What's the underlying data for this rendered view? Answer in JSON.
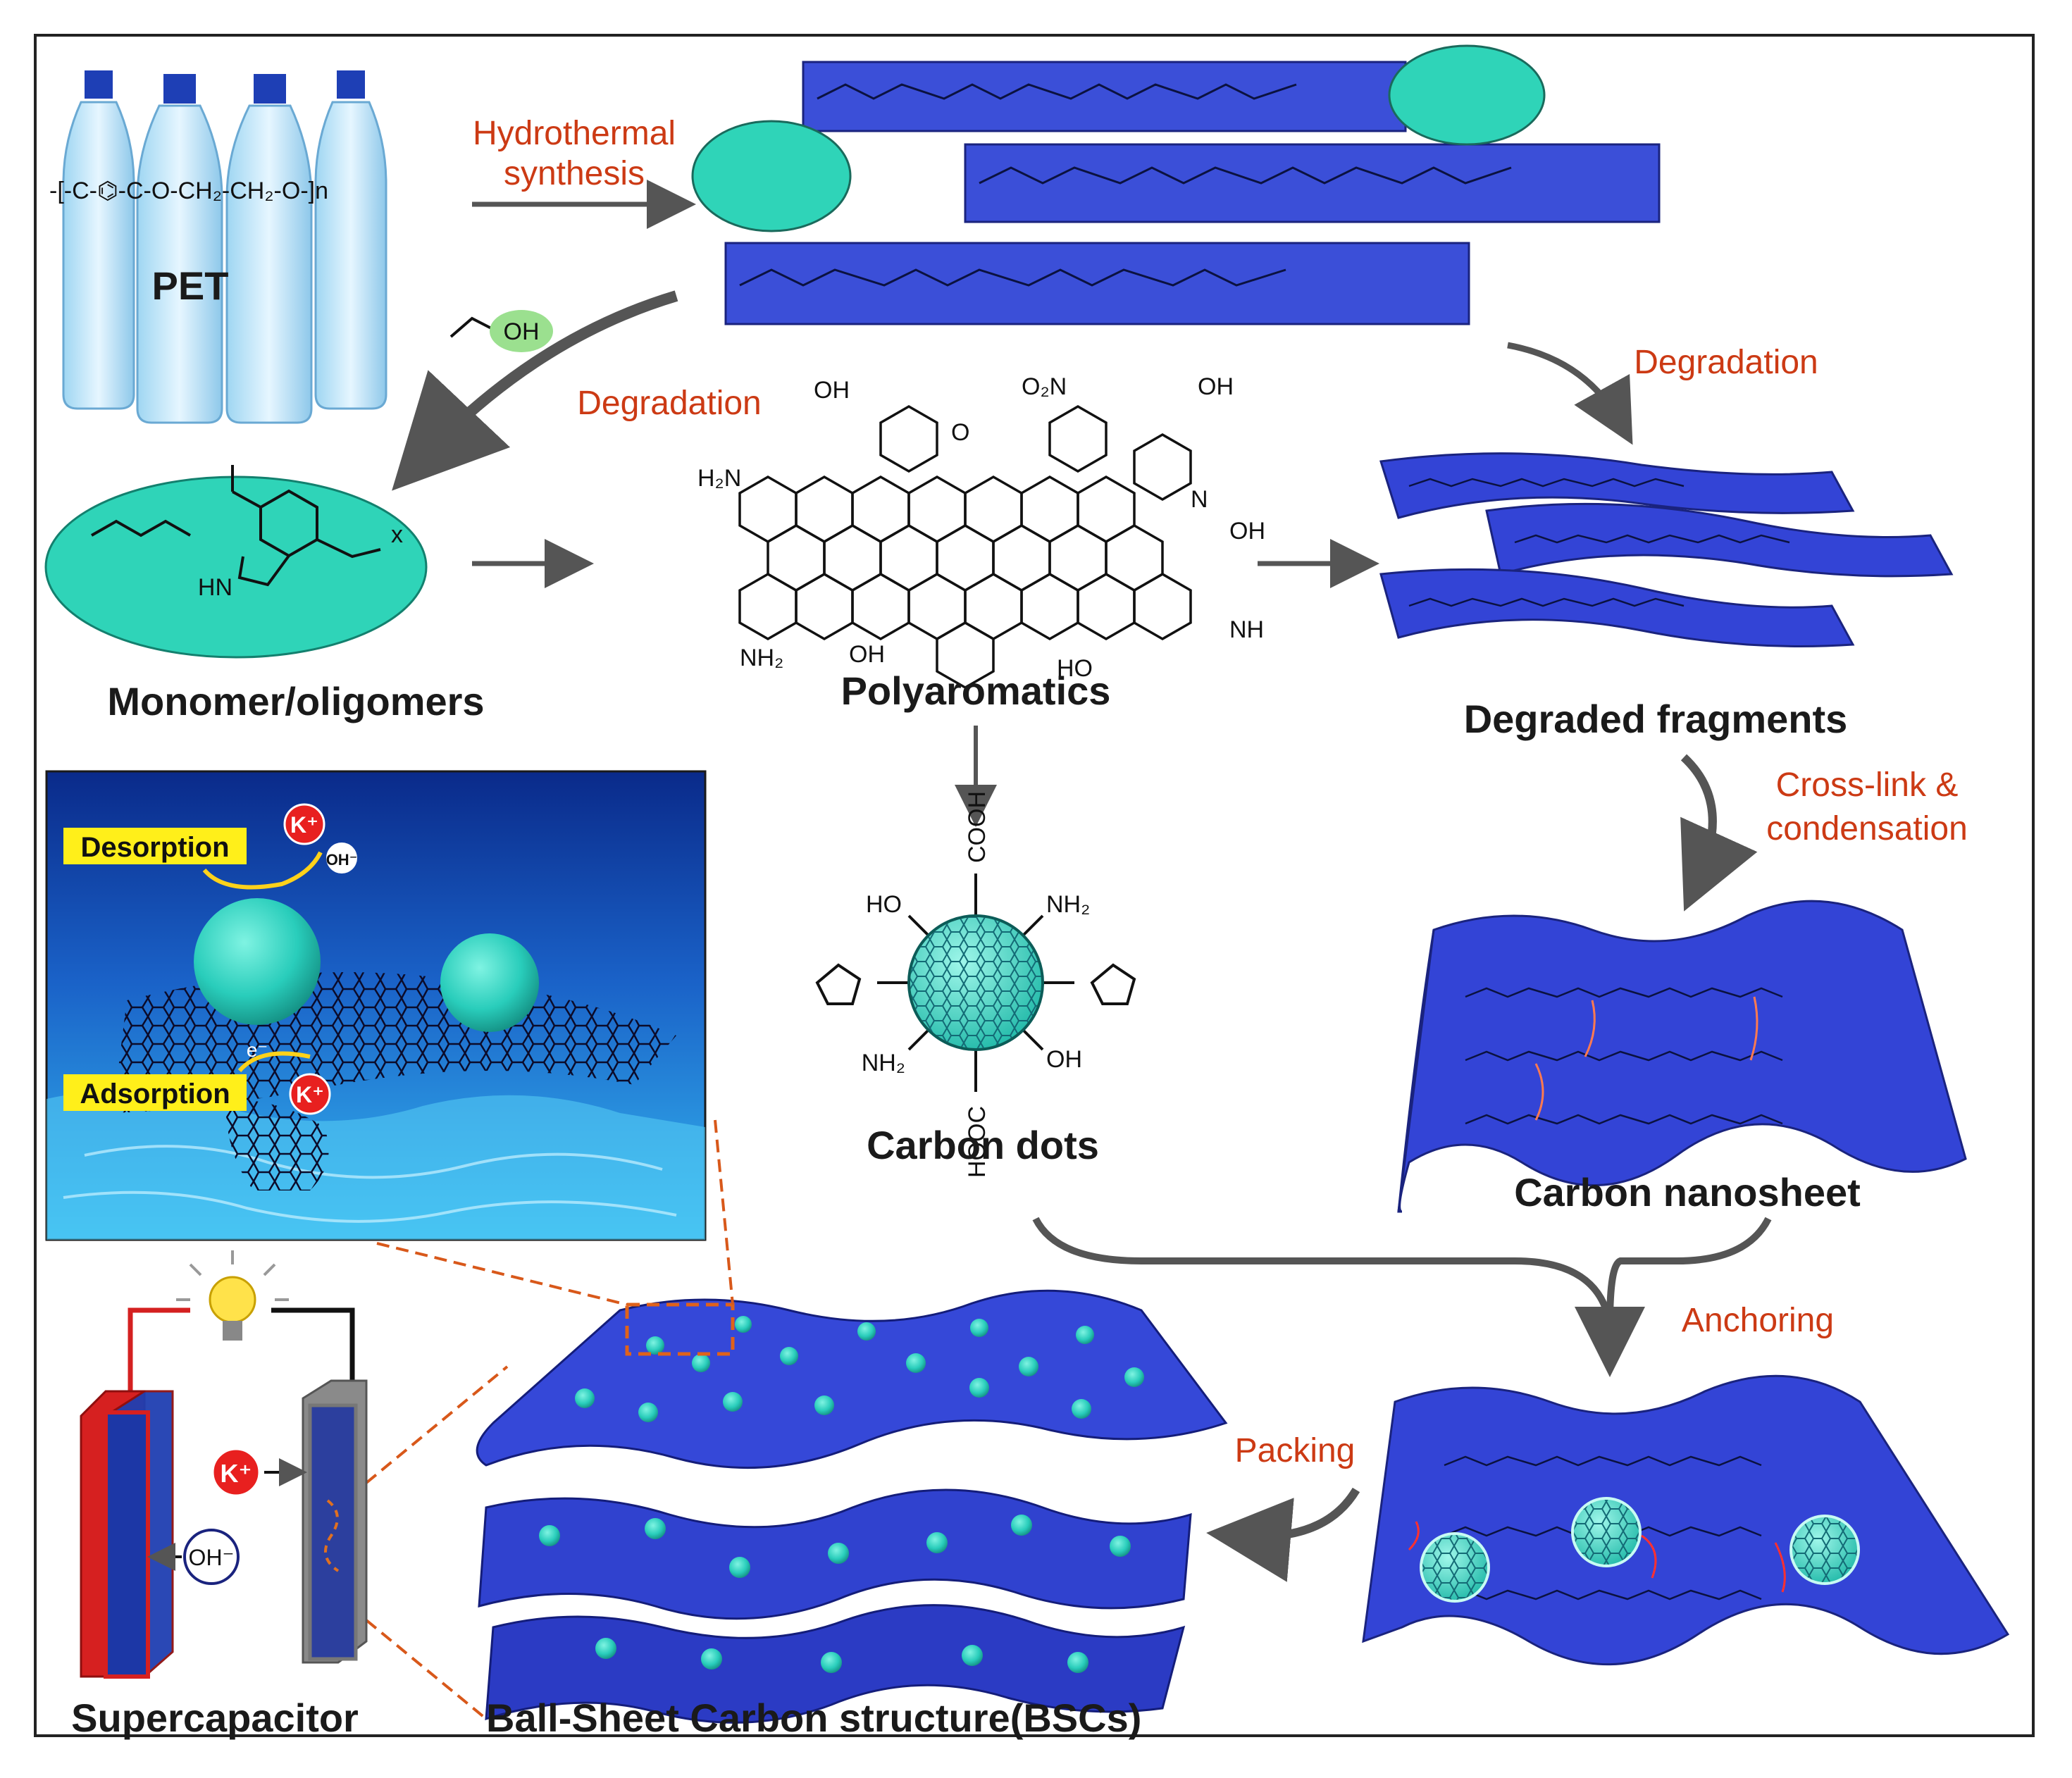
{
  "labels": {
    "pet": "PET",
    "pet_formula": "-[-C-⌬-C-O-CH₂-CH₂-O-]n",
    "hydrothermal_line1": "Hydrothermal",
    "hydrothermal_line2": "synthesis",
    "ethanol_oh": "OH",
    "degradation_left": "Degradation",
    "degradation_right": "Degradation",
    "monomer": "Monomer/oligomers",
    "monomer_nh": "HN",
    "monomer_x": "x",
    "polyaromatics": "Polyaromatics",
    "degraded_fragments": "Degraded fragments",
    "crosslink_line1": "Cross-link &",
    "crosslink_line2": "condensation",
    "carbon_dots": "Carbon dots",
    "carbon_nanosheet": "Carbon nanosheet",
    "anchoring": "Anchoring",
    "packing": "Packing",
    "desorption": "Desorption",
    "adsorption": "Adsorption",
    "k_ion": "K⁺",
    "oh_ion": "OH⁻",
    "electron": "e⁻",
    "supercapacitor": "Supercapacitor",
    "bscs": "Ball-Sheet  Carbon structure(BSCs)",
    "cd_cooh_top": "COOH",
    "cd_cooh_bottom": "HOOC",
    "cd_ho": "HO",
    "cd_nh2_top": "NH₂",
    "cd_nh2_bottom": "NH₂",
    "cd_oh": "OH",
    "pa_oh1": "OH",
    "pa_oh2": "OH",
    "pa_oh3": "OH",
    "pa_oh4": "OH",
    "pa_oh5": "HO",
    "pa_no2": "O₂N",
    "pa_nh2_1": "H₂N",
    "pa_nh2_2": "NH₂",
    "pa_n": "N",
    "pa_nh": "NH",
    "pa_o": "O"
  },
  "colors": {
    "red_label": "#cc3a14",
    "sheet_blue": "#2d3fc9",
    "teal": "#2fd4b8",
    "dark_arrow": "#555555"
  }
}
